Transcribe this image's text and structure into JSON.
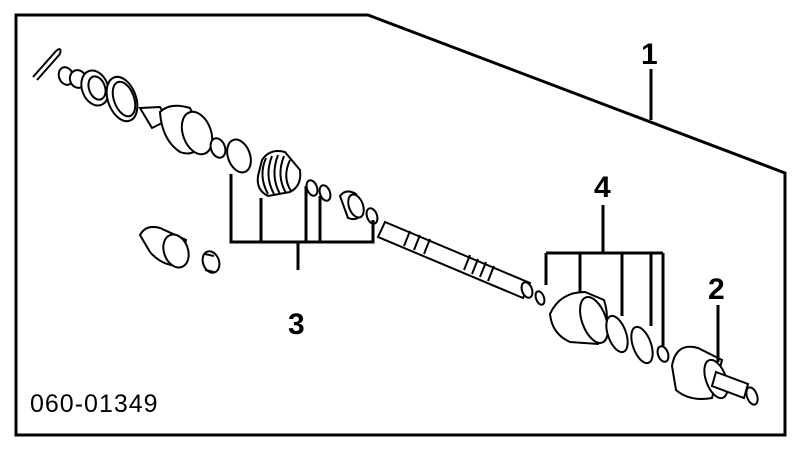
{
  "callouts": {
    "one": "1",
    "two": "2",
    "three": "3",
    "four": "4"
  },
  "part_number": "060-01349"
}
